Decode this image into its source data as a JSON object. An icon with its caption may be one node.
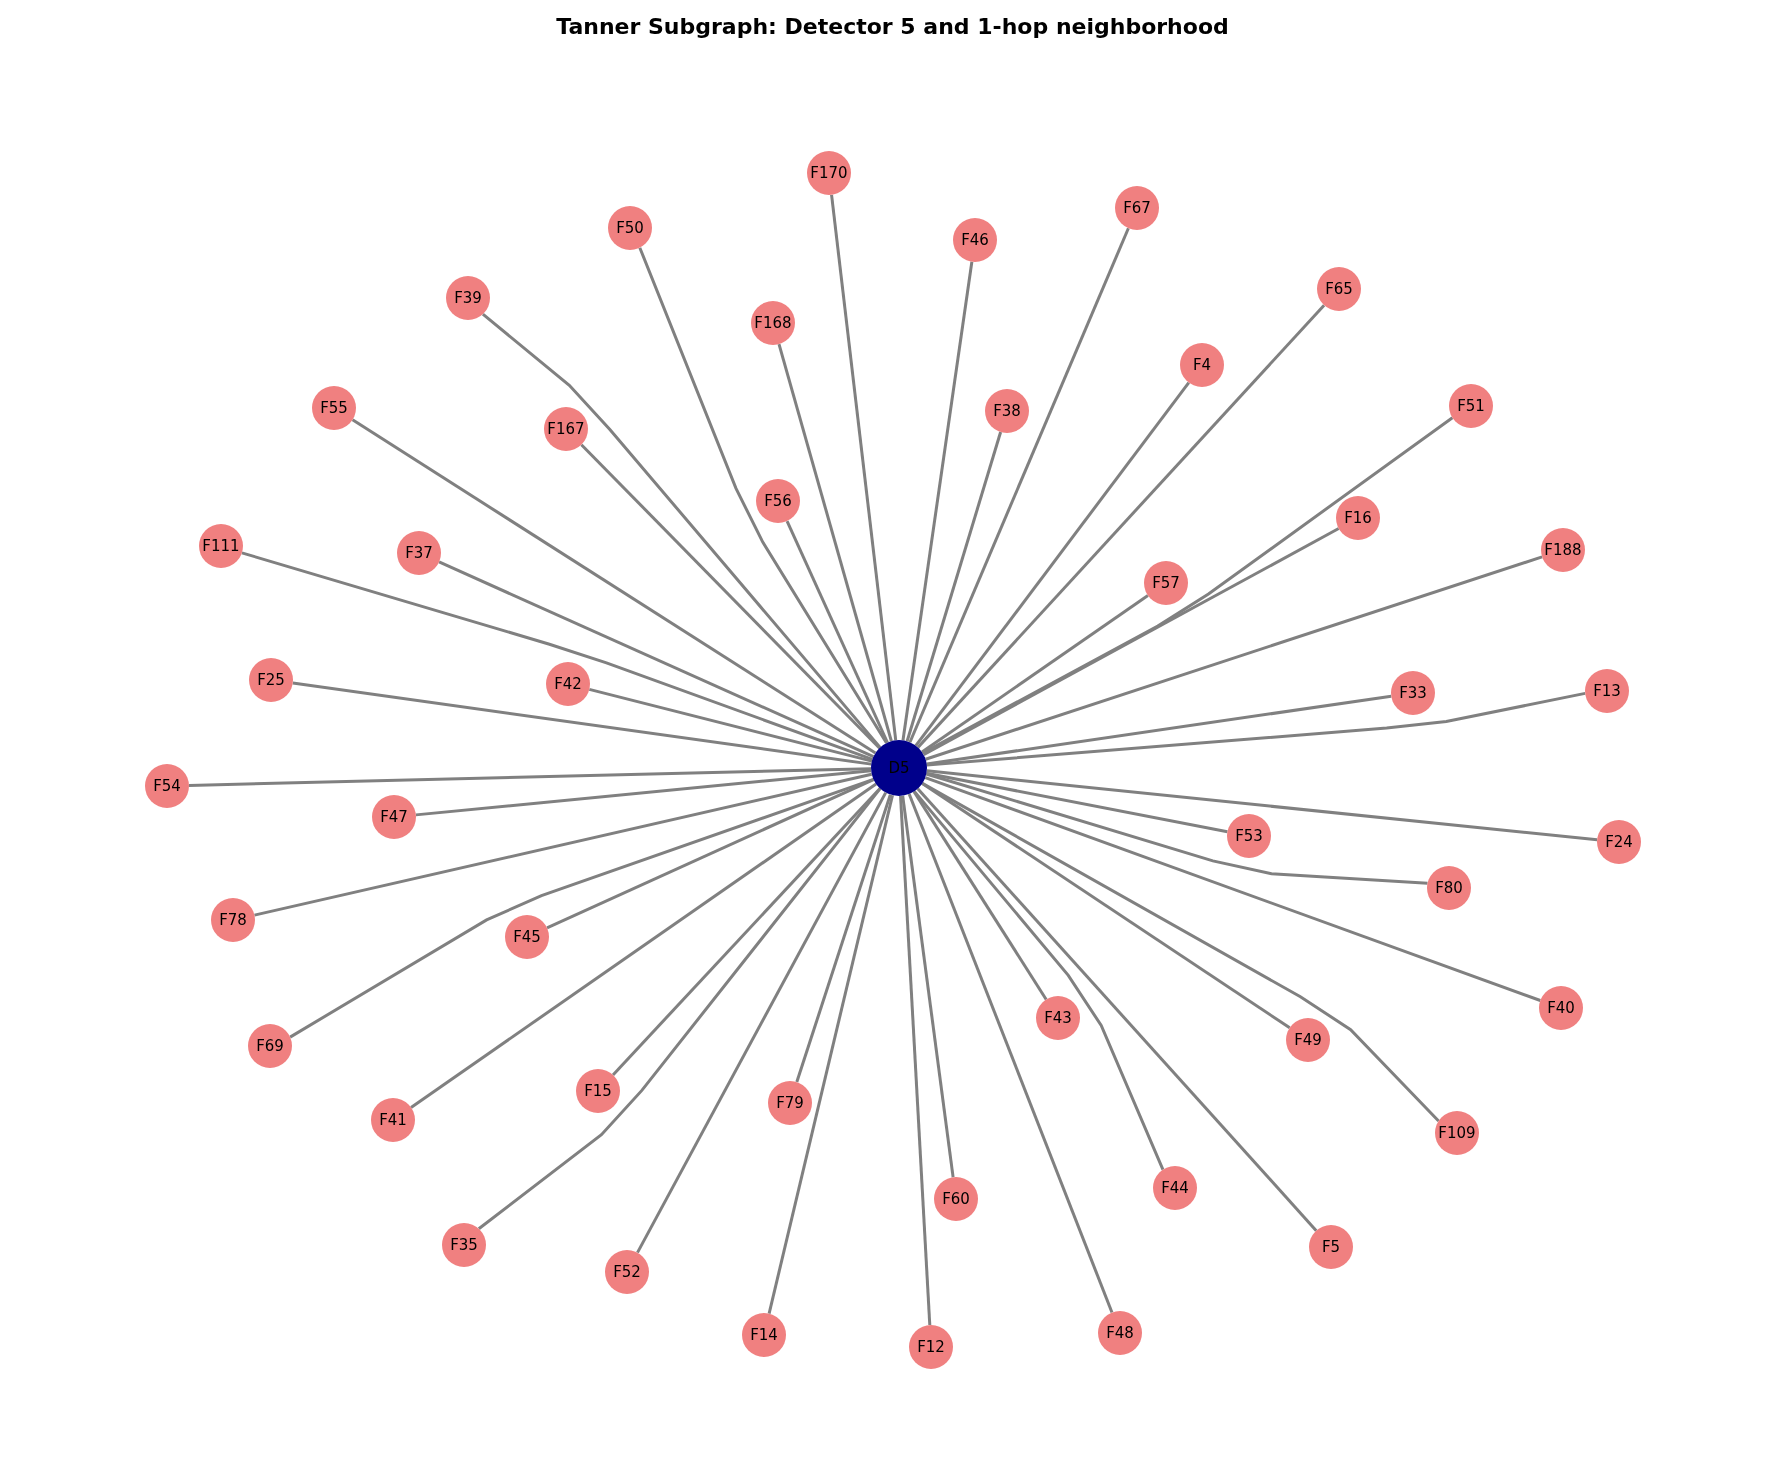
{
  "diagram": {
    "title": "Tanner Subgraph: Detector 5 and 1-hop neighborhood",
    "nodes": [
      {
        "text": [
          "D5"
        ]
      },
      {
        "text": [
          "F170"
        ]
      },
      {
        "text": [
          "F50"
        ]
      },
      {
        "text": [
          "F46"
        ]
      },
      {
        "text": [
          "F67"
        ]
      },
      {
        "text": [
          "F65"
        ]
      },
      {
        "text": [
          "F39"
        ]
      },
      {
        "text": [
          "F168"
        ]
      },
      {
        "text": [
          "F4"
        ]
      },
      {
        "text": [
          "F38"
        ]
      },
      {
        "text": [
          "F55"
        ]
      },
      {
        "text": [
          "F167"
        ]
      },
      {
        "text": [
          "F51"
        ]
      },
      {
        "text": [
          "F56"
        ]
      },
      {
        "text": [
          "F16"
        ]
      },
      {
        "text": [
          "F111"
        ]
      },
      {
        "text": [
          "F37"
        ]
      },
      {
        "text": [
          "F188"
        ]
      },
      {
        "text": [
          "F57"
        ]
      },
      {
        "text": [
          "F25"
        ]
      },
      {
        "text": [
          "F42"
        ]
      },
      {
        "text": [
          "F33"
        ]
      },
      {
        "text": [
          "F13"
        ]
      },
      {
        "text": [
          "F54"
        ]
      },
      {
        "text": [
          "F47"
        ]
      },
      {
        "text": [
          "F53"
        ]
      },
      {
        "text": [
          "F24"
        ]
      },
      {
        "text": [
          "F80"
        ]
      },
      {
        "text": [
          "F78"
        ]
      },
      {
        "text": [
          "F45"
        ]
      },
      {
        "text": [
          "F40"
        ]
      },
      {
        "text": [
          "F69"
        ]
      },
      {
        "text": [
          "F43"
        ]
      },
      {
        "text": [
          "F49"
        ]
      },
      {
        "text": [
          "F15"
        ]
      },
      {
        "text": [
          "F41"
        ]
      },
      {
        "text": [
          "F79"
        ]
      },
      {
        "text": [
          "F109"
        ]
      },
      {
        "text": [
          "F60"
        ]
      },
      {
        "text": [
          "F44"
        ]
      },
      {
        "text": [
          "F35"
        ]
      },
      {
        "text": [
          "F5"
        ]
      },
      {
        "text": [
          "F52"
        ]
      },
      {
        "text": [
          "F14"
        ]
      },
      {
        "text": [
          "F12"
        ]
      },
      {
        "text": [
          "F48"
        ]
      }
    ],
    "edges": [
      {
        "from": 0,
        "to": 1,
        "arrow": "none"
      },
      {
        "from": 0,
        "to": 2,
        "arrow": "none"
      },
      {
        "from": 0,
        "to": 3,
        "arrow": "none"
      },
      {
        "from": 0,
        "to": 4,
        "arrow": "none"
      },
      {
        "from": 0,
        "to": 5,
        "arrow": "none"
      },
      {
        "from": 0,
        "to": 6,
        "arrow": "none"
      },
      {
        "from": 0,
        "to": 7,
        "arrow": "none"
      },
      {
        "from": 0,
        "to": 8,
        "arrow": "none"
      },
      {
        "from": 0,
        "to": 9,
        "arrow": "none"
      },
      {
        "from": 0,
        "to": 10,
        "arrow": "none"
      },
      {
        "from": 0,
        "to": 11,
        "arrow": "none"
      },
      {
        "from": 0,
        "to": 12,
        "arrow": "none"
      },
      {
        "from": 0,
        "to": 13,
        "arrow": "none"
      },
      {
        "from": 0,
        "to": 14,
        "arrow": "none"
      },
      {
        "from": 0,
        "to": 15,
        "arrow": "none"
      },
      {
        "from": 0,
        "to": 16,
        "arrow": "none"
      },
      {
        "from": 0,
        "to": 17,
        "arrow": "none"
      },
      {
        "from": 0,
        "to": 18,
        "arrow": "none"
      },
      {
        "from": 0,
        "to": 19,
        "arrow": "none"
      },
      {
        "from": 0,
        "to": 20,
        "arrow": "none"
      },
      {
        "from": 0,
        "to": 21,
        "arrow": "none"
      },
      {
        "from": 0,
        "to": 22,
        "arrow": "none"
      },
      {
        "from": 0,
        "to": 23,
        "arrow": "none"
      },
      {
        "from": 0,
        "to": 24,
        "arrow": "none"
      },
      {
        "from": 0,
        "to": 25,
        "arrow": "none"
      },
      {
        "from": 0,
        "to": 26,
        "arrow": "none"
      },
      {
        "from": 0,
        "to": 27,
        "arrow": "none"
      },
      {
        "from": 0,
        "to": 28,
        "arrow": "none"
      },
      {
        "from": 0,
        "to": 29,
        "arrow": "none"
      },
      {
        "from": 0,
        "to": 30,
        "arrow": "none"
      },
      {
        "from": 0,
        "to": 31,
        "arrow": "none"
      },
      {
        "from": 0,
        "to": 32,
        "arrow": "none"
      },
      {
        "from": 0,
        "to": 33,
        "arrow": "none"
      },
      {
        "from": 0,
        "to": 34,
        "arrow": "none"
      },
      {
        "from": 0,
        "to": 35,
        "arrow": "none"
      },
      {
        "from": 0,
        "to": 36,
        "arrow": "none"
      },
      {
        "from": 0,
        "to": 37,
        "arrow": "none"
      },
      {
        "from": 0,
        "to": 38,
        "arrow": "none"
      },
      {
        "from": 0,
        "to": 39,
        "arrow": "none"
      },
      {
        "from": 0,
        "to": 40,
        "arrow": "none"
      },
      {
        "from": 0,
        "to": 41,
        "arrow": "none"
      },
      {
        "from": 0,
        "to": 42,
        "arrow": "none"
      },
      {
        "from": 0,
        "to": 43,
        "arrow": "none"
      },
      {
        "from": 0,
        "to": 44,
        "arrow": "none"
      },
      {
        "from": 0,
        "to": 45,
        "arrow": "none"
      }
    ]
  }
}
